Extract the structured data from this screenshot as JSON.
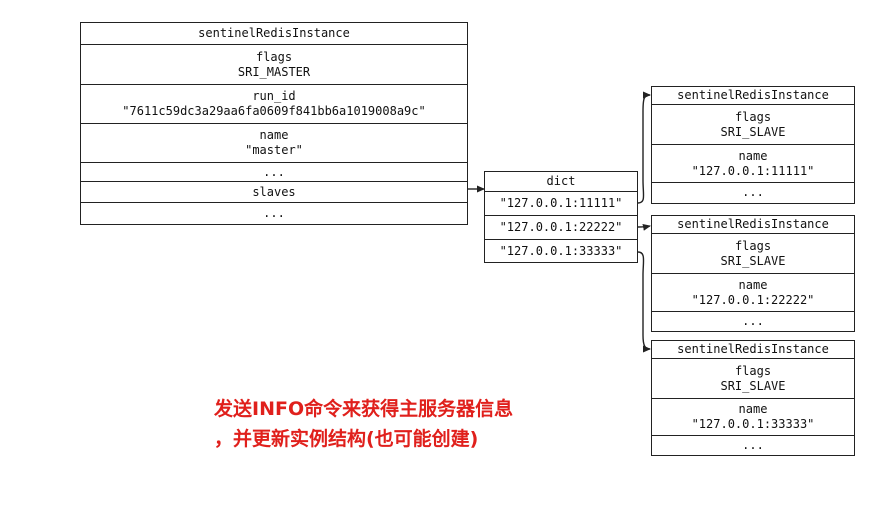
{
  "master": {
    "title": "sentinelRedisInstance",
    "flags_label": "flags",
    "flags_value": "SRI_MASTER",
    "run_id_label": "run_id",
    "run_id_value": "\"7611c59dc3a29aa6fa0609f841bb6a1019008a9c\"",
    "name_label": "name",
    "name_value": "\"master\"",
    "ellipsis_1": "...",
    "slaves_label": "slaves",
    "ellipsis_2": "..."
  },
  "dict": {
    "title": "dict",
    "keys": [
      "\"127.0.0.1:11111\"",
      "\"127.0.0.1:22222\"",
      "\"127.0.0.1:33333\""
    ]
  },
  "slaves": [
    {
      "title": "sentinelRedisInstance",
      "flags_label": "flags",
      "flags_value": "SRI_SLAVE",
      "name_label": "name",
      "name_value": "\"127.0.0.1:11111\"",
      "ellipsis": "..."
    },
    {
      "title": "sentinelRedisInstance",
      "flags_label": "flags",
      "flags_value": "SRI_SLAVE",
      "name_label": "name",
      "name_value": "\"127.0.0.1:22222\"",
      "ellipsis": "..."
    },
    {
      "title": "sentinelRedisInstance",
      "flags_label": "flags",
      "flags_value": "SRI_SLAVE",
      "name_label": "name",
      "name_value": "\"127.0.0.1:33333\"",
      "ellipsis": "..."
    }
  ],
  "caption": {
    "line1": "发送INFO命令来获得主服务器信息",
    "line2": "，并更新实例结构(也可能创建)"
  },
  "colors": {
    "caption": "#e0201c",
    "lines": "#222222"
  }
}
